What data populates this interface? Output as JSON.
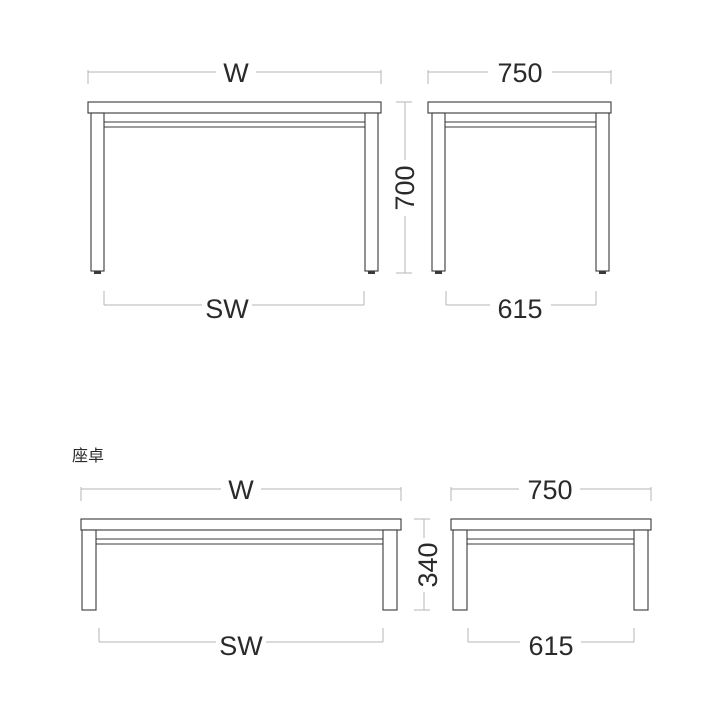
{
  "top": {
    "front": {
      "width_label": "W",
      "bottom_label": "SW"
    },
    "side": {
      "depth_label": "750",
      "height_label": "700",
      "bottom_label": "615"
    }
  },
  "bottom": {
    "section_label": "座卓",
    "front": {
      "width_label": "W",
      "bottom_label": "SW"
    },
    "side": {
      "depth_label": "750",
      "height_label": "340",
      "bottom_label": "615"
    }
  }
}
